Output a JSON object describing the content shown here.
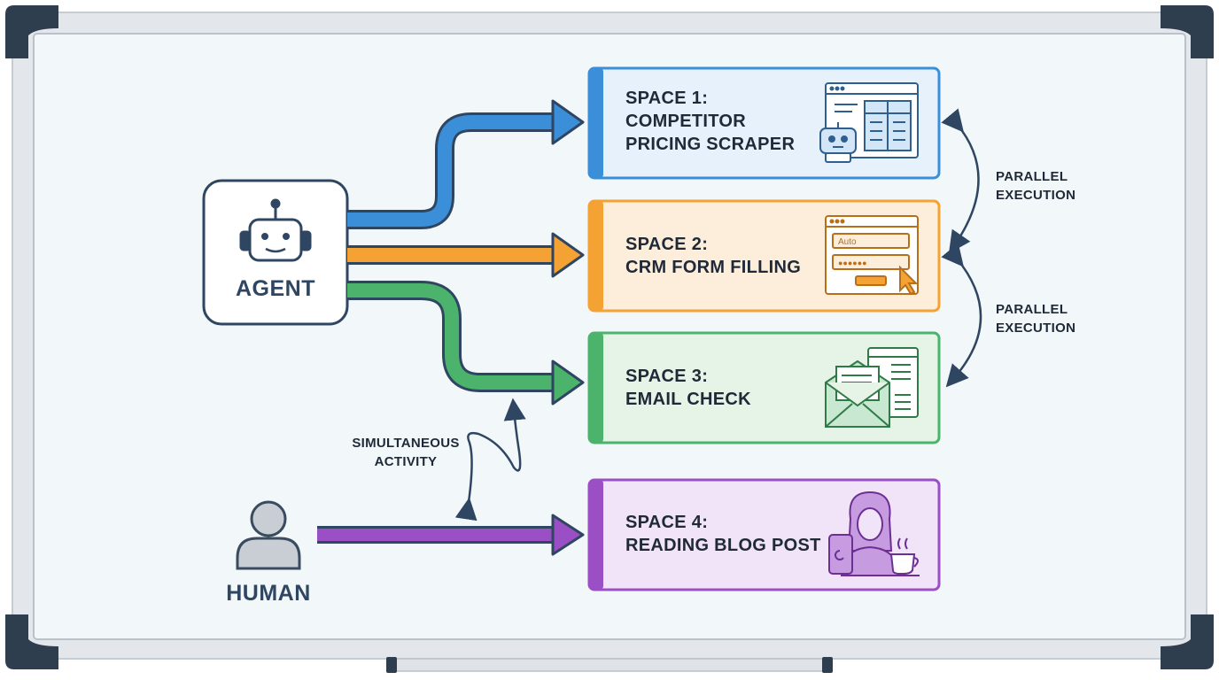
{
  "agent": {
    "label": "AGENT",
    "icon": "robot-icon"
  },
  "human": {
    "label": "HUMAN",
    "icon": "person-icon"
  },
  "spaces": [
    {
      "heading": "SPACE 1:",
      "lines": [
        "COMPETITOR",
        "PRICING SCRAPER"
      ],
      "color": "#3b8fd9",
      "fill": "#e6f1fb",
      "icon": "browser-robot-icon"
    },
    {
      "heading": "SPACE 2:",
      "lines": [
        "CRM FORM FILLING"
      ],
      "color": "#f4a233",
      "fill": "#fdeedb",
      "icon": "form-cursor-icon",
      "icon_field_text": "Auto",
      "icon_password_text": "●●●●●●"
    },
    {
      "heading": "SPACE 3:",
      "lines": [
        "EMAIL CHECK"
      ],
      "color": "#4bb36b",
      "fill": "#e6f4e8",
      "icon": "envelope-icon"
    },
    {
      "heading": "SPACE 4:",
      "lines": [
        "READING BLOG POST"
      ],
      "color": "#9a4fc4",
      "fill": "#f1e4f8",
      "icon": "reader-coffee-icon"
    }
  ],
  "parallel_notes": [
    {
      "lines": [
        "PARALLEL",
        "EXECUTION"
      ]
    },
    {
      "lines": [
        "PARALLEL",
        "EXECUTION"
      ]
    }
  ],
  "simultaneous_note": {
    "lines": [
      "SIMULTANEOUS",
      "ACTIVITY"
    ]
  },
  "colors": {
    "board_frame": "#e3e7ec",
    "board_surface": "#f2f7fa",
    "corner": "#2f3e4f",
    "ink": "#2f4662"
  }
}
